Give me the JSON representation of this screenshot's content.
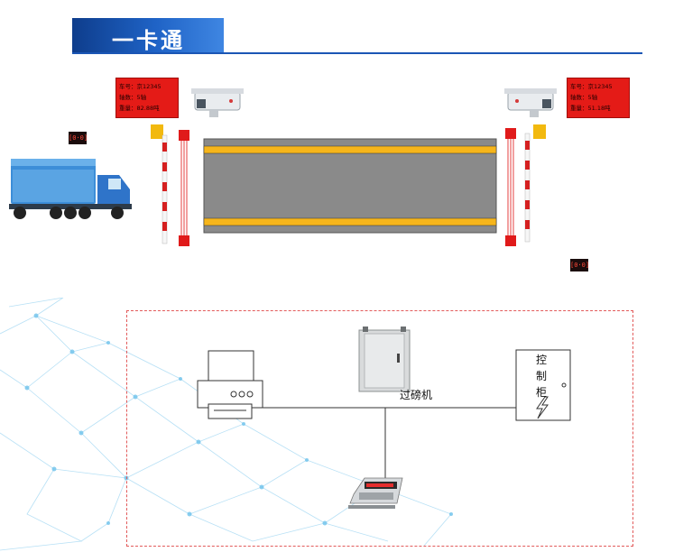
{
  "header": {
    "title": "一卡通"
  },
  "left_display": {
    "lines": [
      "车号：京12345",
      "轴数：5轴",
      "重量：82.88吨"
    ]
  },
  "right_display": {
    "lines": [
      "车号：京12345",
      "轴数：5轴",
      "重量：51.18吨"
    ]
  },
  "small_displays": {
    "left": "[0·0]",
    "right": "[0·0]"
  },
  "devices": {
    "weighbridge_pc": "过磅机",
    "control_cabinet": "控制柜"
  },
  "colors": {
    "banner": "#1f63c6",
    "plate": "#e41b17",
    "rail": "#f2b90f",
    "platform": "#888888",
    "dashed_frame": "#e25a5a",
    "network": "#8fd0f0"
  }
}
